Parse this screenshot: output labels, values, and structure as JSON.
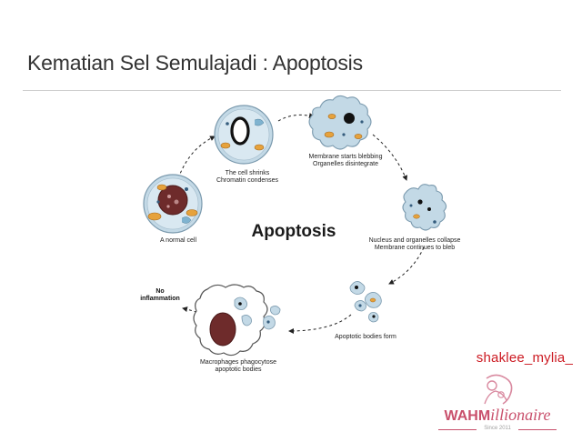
{
  "slide": {
    "title": "Kematian Sel Semulajadi : Apoptosis",
    "accent_color": "#cc1a22"
  },
  "diagram": {
    "center_label": "Apoptosis",
    "stages": [
      {
        "id": "normal",
        "lines": [
          "A normal cell"
        ]
      },
      {
        "id": "shrink",
        "lines": [
          "The cell shrinks",
          "Chromatin condenses"
        ]
      },
      {
        "id": "bleb",
        "lines": [
          "Membrane starts blebbing",
          "Organelles disintegrate"
        ]
      },
      {
        "id": "collapse",
        "lines": [
          "Nucleus and organelles collapse",
          "Membrane continues to bleb"
        ]
      },
      {
        "id": "bodies",
        "lines": [
          "Apoptotic bodies form"
        ]
      },
      {
        "id": "macrophage",
        "lines": [
          "Macrophages phagocytose",
          "apoptotic bodies"
        ]
      }
    ],
    "no_inflammation": [
      "No",
      "inflammation"
    ]
  },
  "watermark": {
    "handle": "shaklee_mylia_",
    "brand_bold": "WAHM",
    "brand_script": "illionaire",
    "brand_since": "Since 2011",
    "brand_color": "#c9506c"
  }
}
